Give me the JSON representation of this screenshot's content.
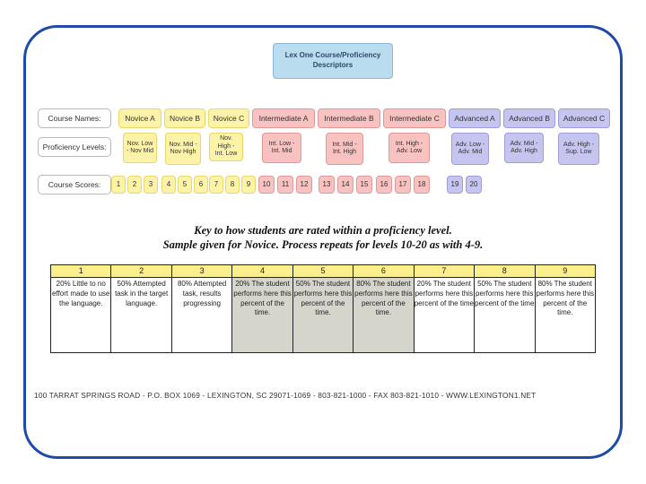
{
  "title": "Lex One Course/Proficiency Descriptors",
  "labels": {
    "course_names": "Course Names:",
    "proficiency_levels": "Proficiency Levels:",
    "course_scores": "Course Scores:"
  },
  "courses": [
    {
      "name": "Novice A",
      "group": "nov"
    },
    {
      "name": "Novice B",
      "group": "nov"
    },
    {
      "name": "Novice C",
      "group": "nov"
    },
    {
      "name": "Intermediate A",
      "group": "int"
    },
    {
      "name": "Intermediate B",
      "group": "int"
    },
    {
      "name": "Intermediate C",
      "group": "int"
    },
    {
      "name": "Advanced A",
      "group": "adv"
    },
    {
      "name": "Advanced B",
      "group": "adv"
    },
    {
      "name": "Advanced C",
      "group": "adv"
    }
  ],
  "levels": [
    "Nov. Low - Nov Mid",
    "Nov. Mid -Nov High",
    "Nov. High - Int. Low",
    "Int. Low - Int. Mid",
    "Int. Mid -Int. High",
    "Int. High - Adv. Low",
    "Adv. Low - Adv. Mid",
    "Adv. Mid -Adv. High",
    "Adv. High -Sup. Low"
  ],
  "scores": {
    "nov": [
      [
        "1",
        "2",
        "3"
      ],
      [
        "4",
        "5",
        "6"
      ],
      [
        "7",
        "8",
        "9"
      ]
    ],
    "int": [
      [
        "10",
        "11",
        "12"
      ],
      [
        "13",
        "14",
        "15"
      ],
      [
        "16",
        "17",
        "18"
      ]
    ],
    "adv": [
      [
        "19",
        "20"
      ]
    ]
  },
  "key": {
    "line1": "Key to how students are rated within a proficiency level.",
    "line2": "Sample given for Novice. Process repeats for levels 10-20 as with 4-9."
  },
  "rating_table": {
    "headers": [
      "1",
      "2",
      "3",
      "4",
      "5",
      "6",
      "7",
      "8",
      "9"
    ],
    "cells": [
      "20% Little to no effort made to use the language.",
      "50% Attempted task in the target language.",
      "80% Attempted task, results progressing",
      "20% The student performs here this percent of the time.",
      "50% The student performs here this percent of the time.",
      "80% The student performs here this percent of the time.",
      "20% The student performs here this percent of the time",
      "50% The student performs here this percent of the time",
      "80% The student performs here this percent of the time."
    ]
  },
  "footer": "100 TARRAT SPRINGS ROAD - P.O. BOX 1069 - LEXINGTON, SC 29071-1069 - 803-821-1000 - FAX 803-821-1010 - WWW.LEXINGTON1.NET"
}
